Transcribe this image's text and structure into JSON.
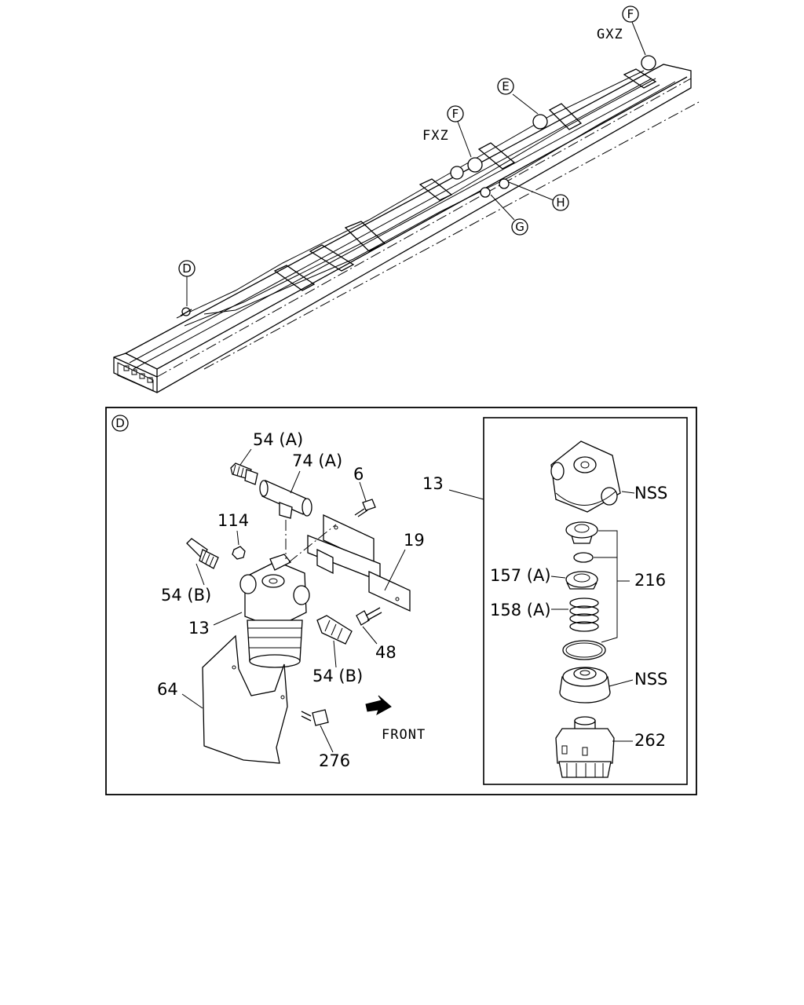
{
  "overview": {
    "variant_gxz": "GXZ",
    "variant_fxz": "FXZ",
    "callouts": [
      "D",
      "E",
      "F",
      "F",
      "G",
      "H"
    ]
  },
  "detail": {
    "view_label": "D",
    "direction_label": "FRONT",
    "part_labels": {
      "p54a": "54 (A)",
      "p74a": "74 (A)",
      "p6": "6",
      "p114": "114",
      "p19": "19",
      "p54b_left": "54 (B)",
      "p13": "13",
      "p48": "48",
      "p54b_right": "54 (B)",
      "p64": "64",
      "p276": "276"
    },
    "inset": {
      "label_13": "13",
      "nss_top": "NSS",
      "p216": "216",
      "p157a": "157 (A)",
      "p158a": "158 (A)",
      "nss_bottom": "NSS",
      "p262": "262"
    }
  }
}
